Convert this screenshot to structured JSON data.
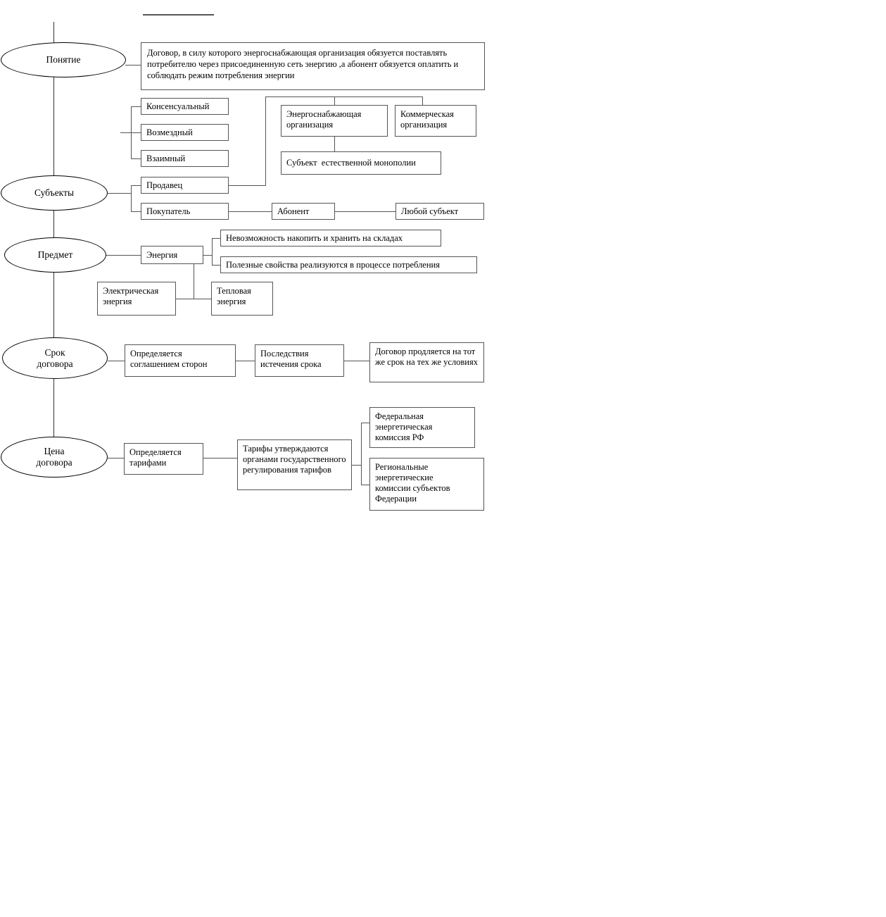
{
  "diagram": {
    "title_rule": "",
    "nodes": {
      "ponyatie": "Понятие",
      "definition": "Договор, в силу которого энергоснабжающая организация обязуется поставлять потребителю через присоединенную сеть энергию ,а абонент обязуется оплатить и соблюдать режим потребления энергии",
      "konsensualnyj": "Консенсуальный",
      "vozmezdnyj": "Возмездный",
      "vzaimnyj": "Взаимный",
      "energosnabzhayushchaya": "Энергоснабжающая\nорганизация",
      "kommercheskaya": "Коммерческая\nорганизация",
      "subekt_monopolii": "Субъект  естественной монополии",
      "subekty": "Субъекты",
      "prodavec": "Продавец",
      "pokupatel": "Покупатель",
      "abonent": "Абонент",
      "lyuboj_subekt": "Любой субъект",
      "predmet": "Предмет",
      "energiya": "Энергия",
      "nevozmozhnost": "Невозможность накопить и хранить на складах",
      "poleznye_svojstva": "Полезные свойства реализуются в процессе потребления",
      "elektricheskaya": "Электрическая\nэнергия",
      "teplovaya": "Тепловая\nэнергия",
      "srok_dogovora": "Срок\nдоговора",
      "opredelyaetsya_soglasheniem": "Определяется\nсоглашением сторон",
      "posledstviya": "Последствия\nистечения срока",
      "dogovor_prodlyaetsya": "Договор продляется на тот же срок на тех же условиях",
      "cena_dogovora": "Цена\nдоговора",
      "opredelyaetsya_tarifami": "Определяется\nтарифами",
      "tarify_utverzhdayutsya": "Тарифы утверждаются органами государственного регулирования тарифов",
      "federalnaya_komissiya": "Федеральная\nэнергетическая\nкомиссия РФ",
      "regionalnye_komissii": "Региональные\nэнергетические\nкомиссии субъектов\nФедерации"
    },
    "colors": {
      "box_border": "#555555",
      "ellipse_border": "#000000",
      "line": "#555555",
      "background": "#ffffff",
      "text": "#000000"
    }
  }
}
